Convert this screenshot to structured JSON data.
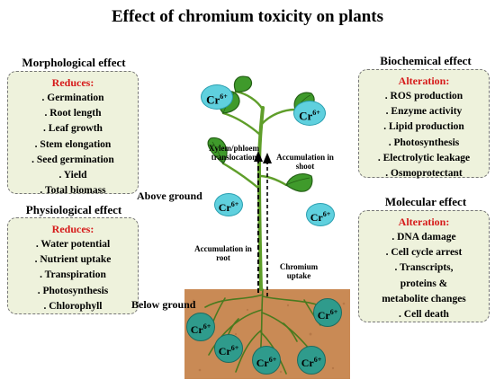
{
  "title": "Effect of chromium toxicity on plants",
  "morphological": {
    "title": "Morphological effect",
    "sub": "Reduces:",
    "items": [
      ". Germination",
      ". Root length",
      ". Leaf growth",
      ". Stem elongation",
      ". Seed germination",
      ". Yield",
      ". Total biomass"
    ]
  },
  "physiological": {
    "title": "Physiological effect",
    "sub": "Reduces:",
    "items": [
      ". Water potential",
      ". Nutrient uptake",
      ". Transpiration",
      ". Photosynthesis",
      ". Chlorophyll"
    ]
  },
  "biochemical": {
    "title": "Biochemical effect",
    "sub": "Alteration:",
    "items": [
      ". ROS production",
      ". Enzyme activity",
      ". Lipid production",
      ". Photosynthesis",
      ". Electrolytic leakage",
      ". Osmoprotectant"
    ]
  },
  "molecular": {
    "title": "Molecular effect",
    "sub": "Alteration:",
    "items": [
      ". DNA damage",
      ". Cell cycle arrest",
      ". Transcripts,",
      "proteins &",
      "metabolite changes",
      ". Cell death"
    ]
  },
  "diagram": {
    "above_ground": "Above ground",
    "below_ground": "Below ground",
    "xylem_line1": "Xylem/phloem",
    "xylem_line2": "translocation",
    "shoot_line1": "Accumulation in",
    "shoot_line2": "shoot",
    "root_line1": "Accumulation in",
    "root_line2": "root",
    "uptake_line1": "Chromium",
    "uptake_line2": "uptake",
    "ion_base": "Cr",
    "ion_charge": "6+"
  },
  "colors": {
    "box_fill": "#eef2dc",
    "heading_red": "#d61a1a",
    "leaf": "#3f9a2b",
    "ion_above": "#5fd0de",
    "ion_below": "#2f9b8c",
    "soil": "#c98a55"
  }
}
